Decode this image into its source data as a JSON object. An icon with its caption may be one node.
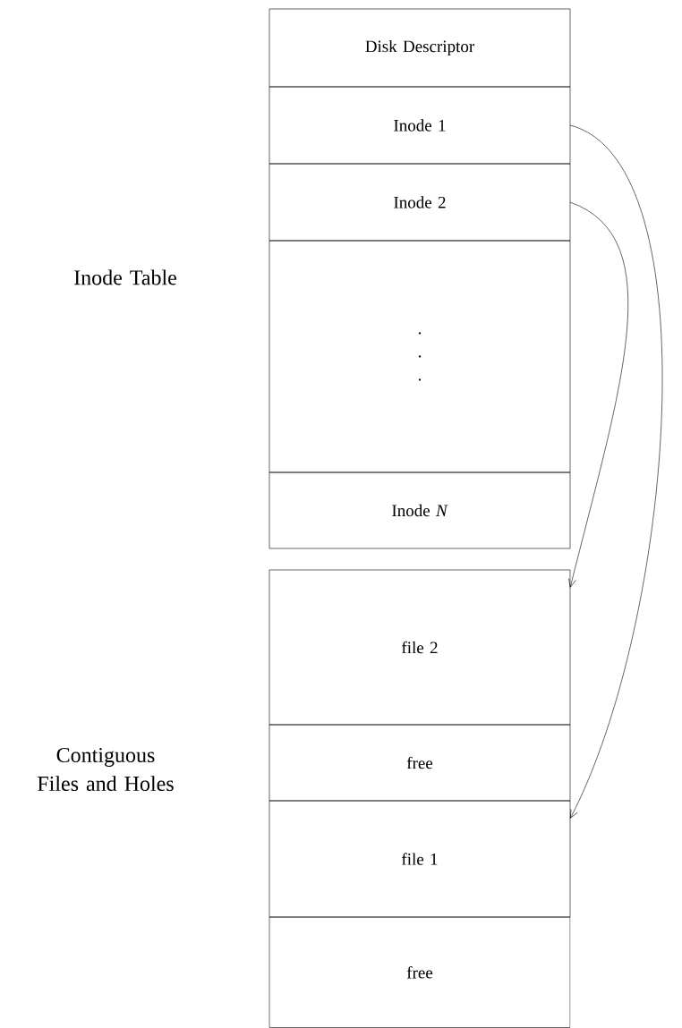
{
  "diagram": {
    "nodes": [
      {
        "text": [
          "Disk Descriptor"
        ]
      },
      {
        "text": [
          "Inode 1"
        ]
      },
      {
        "text": [
          "Inode 2"
        ]
      },
      {
        "text": [
          ". . ."
        ]
      },
      {
        "text": [
          "Inode *N*"
        ]
      },
      {
        "text": [
          "file 2"
        ]
      },
      {
        "text": [
          "free"
        ]
      },
      {
        "text": [
          "file 1"
        ]
      },
      {
        "text": [
          "free"
        ]
      }
    ],
    "edges": [
      {
        "from": 1,
        "to": 7,
        "arrow": "to"
      },
      {
        "from": 2,
        "to": 5,
        "arrow": "to"
      }
    ],
    "labels": [
      "Inode Table",
      "Contiguous Files and Holes"
    ]
  }
}
